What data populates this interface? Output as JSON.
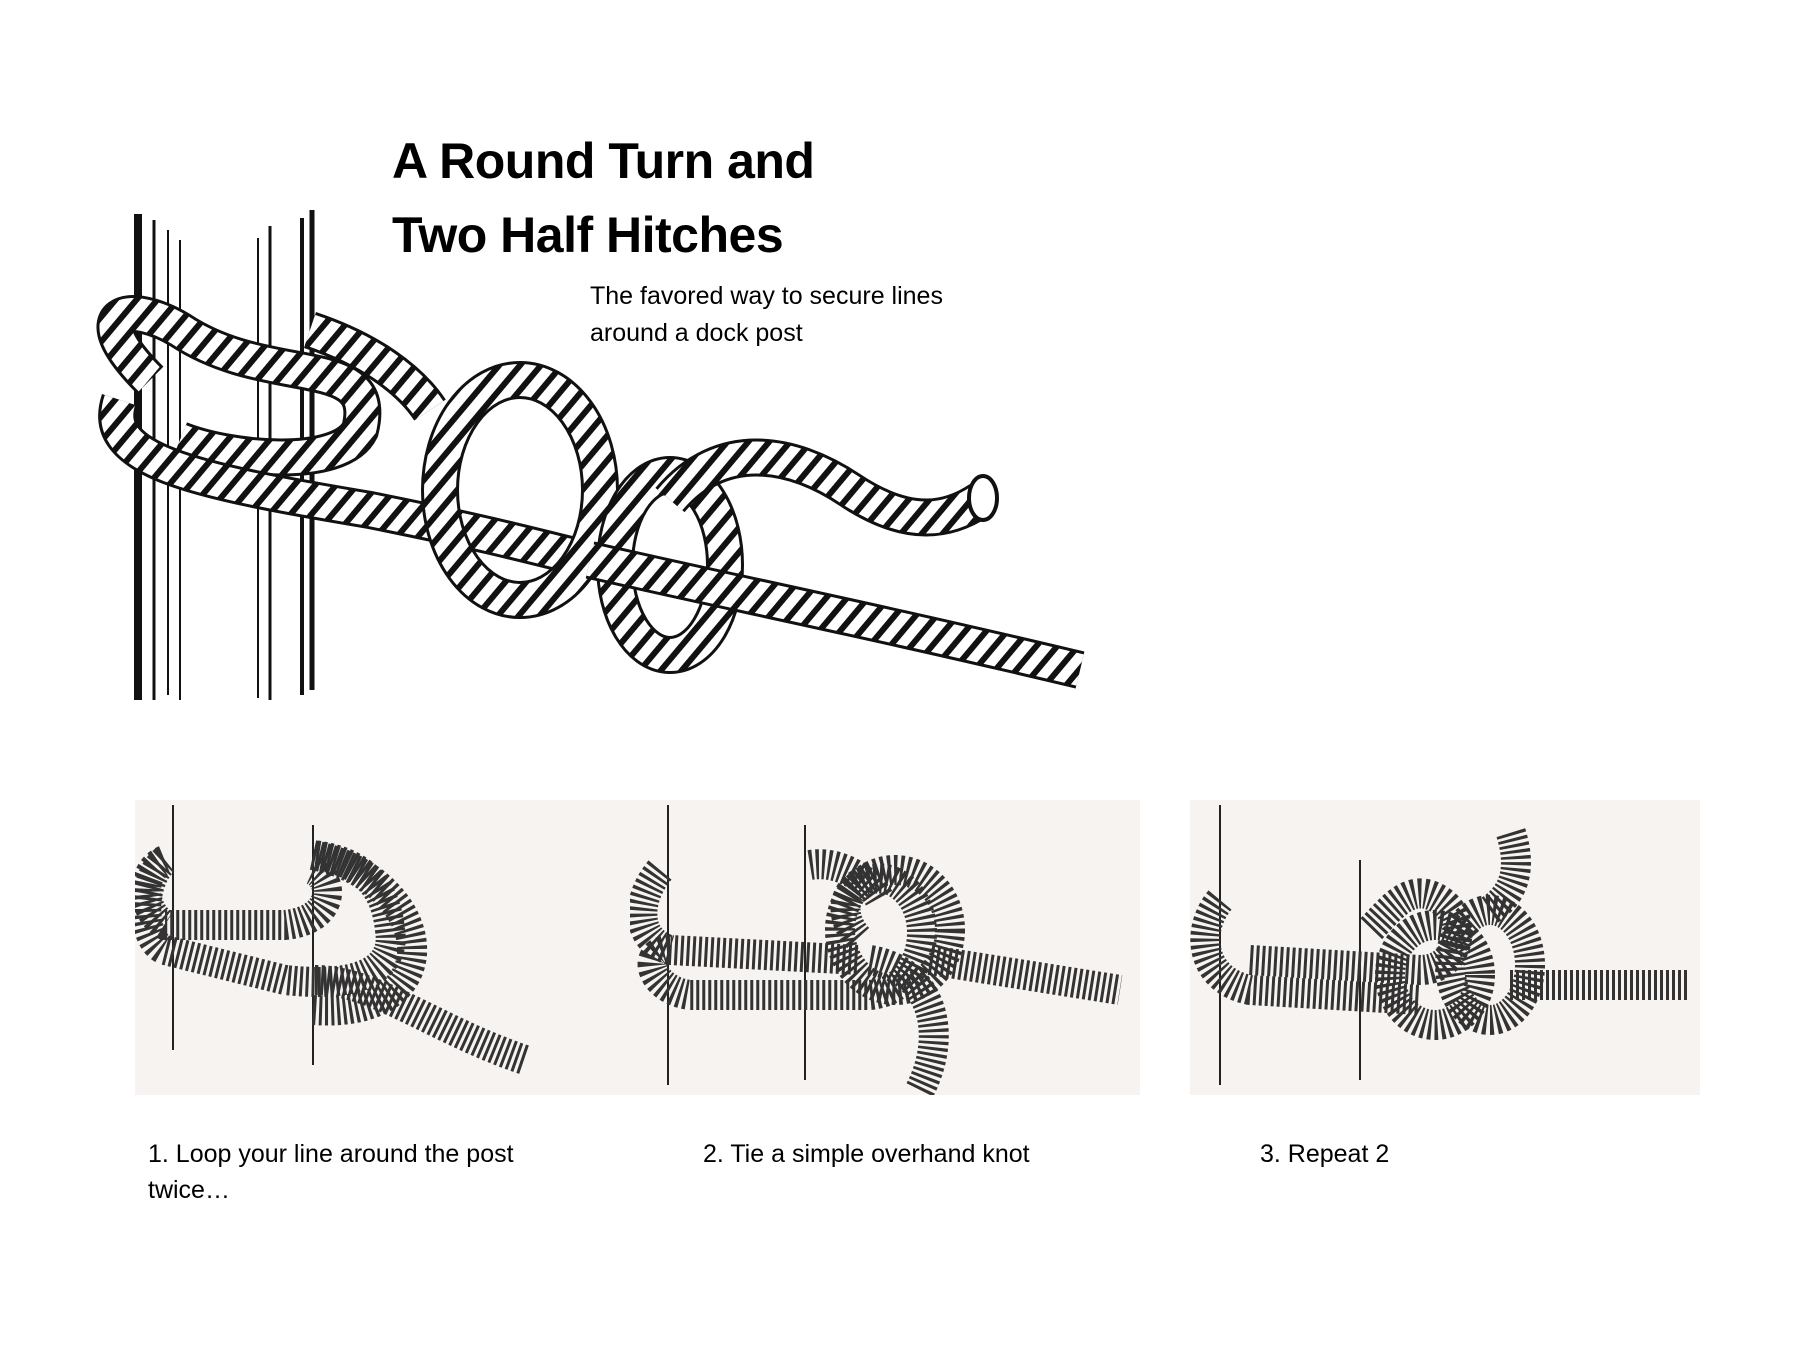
{
  "title": {
    "line1": "A Round Turn and",
    "line2": "Two Half Hitches"
  },
  "subtitle": {
    "line1": "The favored way to secure lines",
    "line2": "around a dock post"
  },
  "steps": [
    {
      "caption": "1. Loop your line around the post twice…"
    },
    {
      "caption": "2. Tie a simple overhand knot"
    },
    {
      "caption": "3. Repeat 2"
    }
  ],
  "colors": {
    "ink": "#111111",
    "panel_background": "#f7f3f1",
    "page_background": "#ffffff"
  }
}
